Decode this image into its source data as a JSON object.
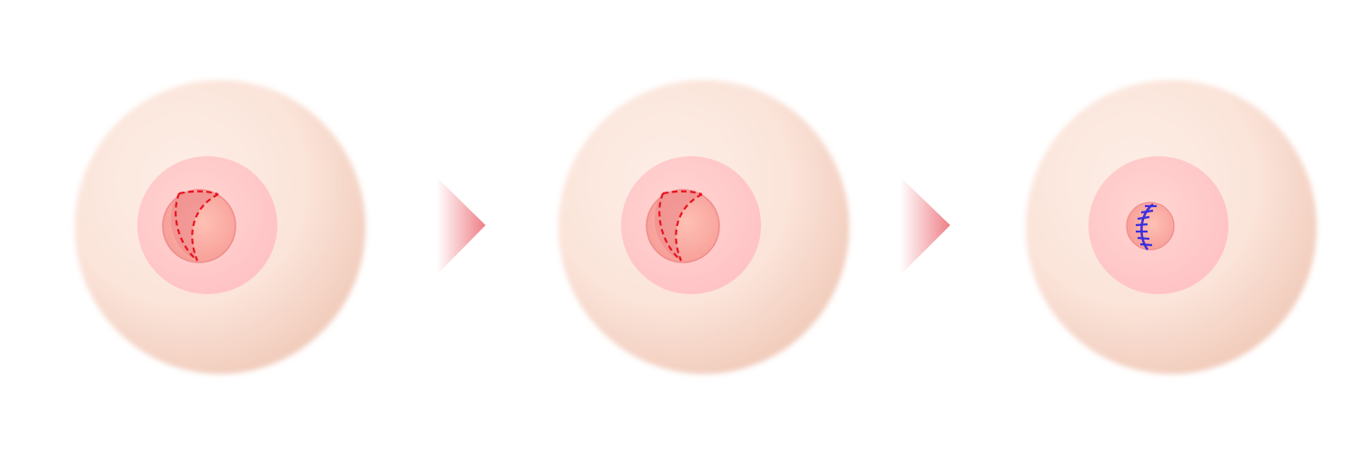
{
  "diagram": {
    "steps": [
      {
        "id": "step-1",
        "stage": "excision-marked",
        "incision_lines": "dashed"
      },
      {
        "id": "step-2",
        "stage": "excision-marked",
        "incision_lines": "dashed"
      },
      {
        "id": "step-3",
        "stage": "sutured",
        "incision_lines": "sutures"
      }
    ],
    "arrows": [
      {
        "id": "arrow-1",
        "from": "step-1",
        "to": "step-2",
        "icon": "right-triangle-arrow"
      },
      {
        "id": "arrow-2",
        "from": "step-2",
        "to": "step-3",
        "icon": "right-triangle-arrow"
      }
    ],
    "colors": {
      "skin_light": "#fdeee6",
      "skin_shadow": "#efc6b4",
      "areola": "#ffc8c8",
      "nipple": "#f8a8a0",
      "excised_area": "#ef8f8f",
      "incision_line": "#e8141e",
      "suture": "#3a2fe0",
      "arrow": "#ef8a8f"
    }
  }
}
